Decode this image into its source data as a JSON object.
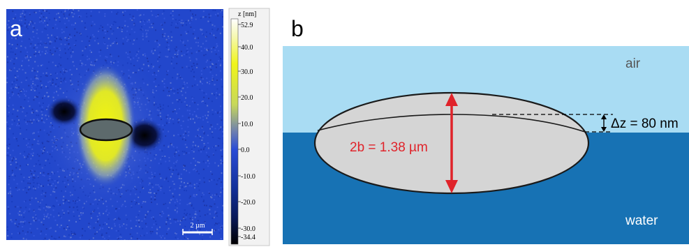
{
  "panel_a": {
    "letter": "a",
    "scale_bar_label": "2 µm",
    "colorbar": {
      "title": "z [nm]",
      "ticks": [
        "52.9",
        "40.0",
        "30.0",
        "20.0",
        "10.0",
        "0.0",
        "-10.0",
        "-20.0",
        "-30.0",
        "-34.4"
      ],
      "colors": {
        "top": "#ffffff",
        "upper": "#f0f51a",
        "middle": "#2a4bd6",
        "lower": "#0a1a7a",
        "bottom": "#000000"
      }
    },
    "colors": {
      "background": "#2247cc",
      "bump": "#eef20f",
      "ellipse_fill": "#5d6a6c"
    }
  },
  "panel_b": {
    "letter": "b",
    "air_label": "air",
    "water_label": "water",
    "height_label": "2b = 1.38 µm",
    "delta_label": "Δz = 80 nm",
    "colors": {
      "air": "#a9dcf3",
      "water": "#1772b4",
      "particle": "#d5d5d5",
      "arrow": "#e0232a"
    }
  }
}
